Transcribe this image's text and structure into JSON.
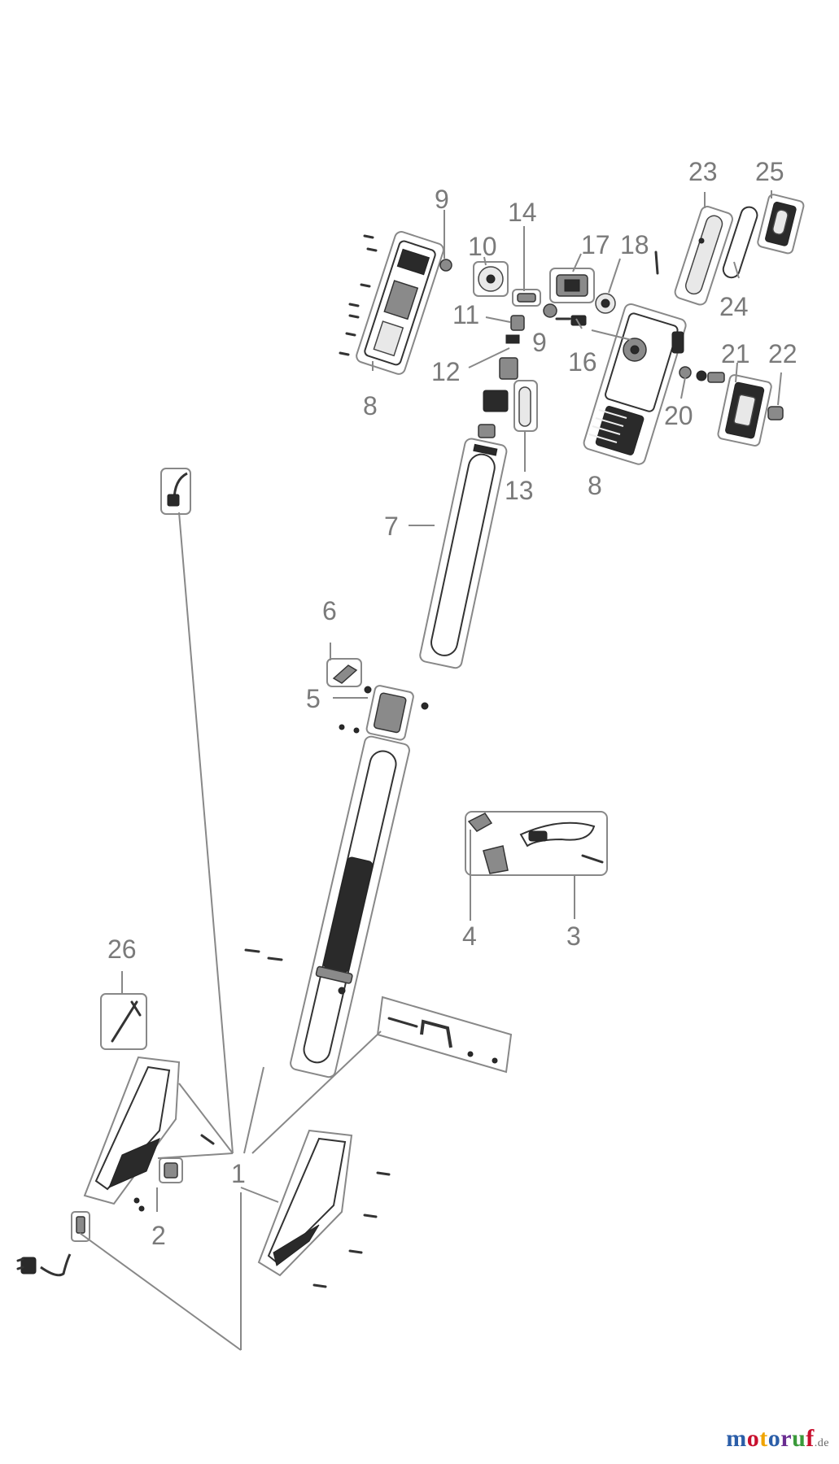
{
  "diagram": {
    "callouts": [
      "1",
      "2",
      "3",
      "4",
      "5",
      "6",
      "7",
      "8",
      "8",
      "9",
      "9",
      "10",
      "11",
      "12",
      "13",
      "14",
      "16",
      "17",
      "18",
      "20",
      "21",
      "22",
      "23",
      "24",
      "25",
      "26"
    ]
  },
  "watermark": {
    "brand": "motoruf",
    "suffix": ".de",
    "letter_colors": [
      "#2b5ea8",
      "#c8102e",
      "#f0a400",
      "#2b5ea8",
      "#6a2c91",
      "#3a9a3a",
      "#c8102e"
    ]
  }
}
